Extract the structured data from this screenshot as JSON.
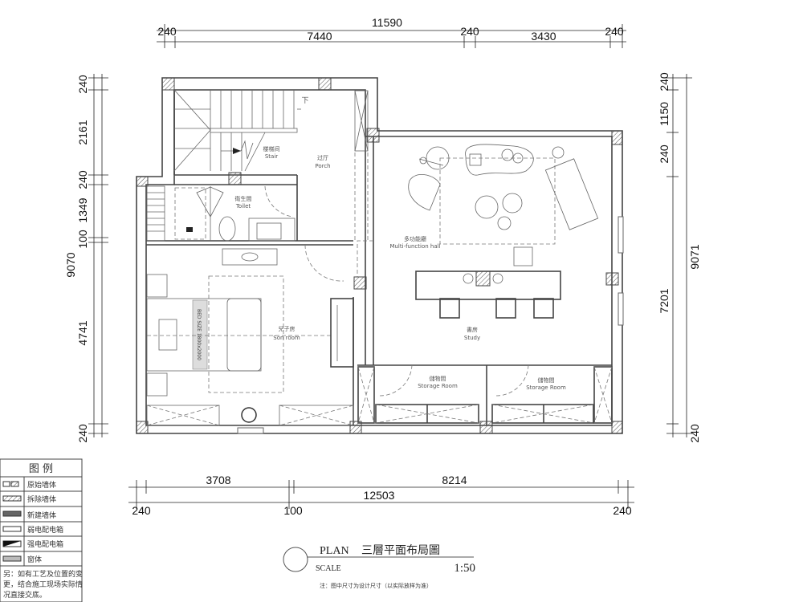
{
  "dimensions": {
    "top_total": "11590",
    "top": [
      "240",
      "7440",
      "240",
      "3430",
      "240"
    ],
    "left_total": "9070",
    "left": [
      "240",
      "2161",
      "240",
      "1349",
      "100",
      "4741",
      "240"
    ],
    "right_total": "9071",
    "right": [
      "240",
      "1150",
      "240",
      "7201",
      "240"
    ],
    "bottom_upper": [
      "3708",
      "8214"
    ],
    "bottom_total": "12503",
    "bottom_lower": [
      "240",
      "100",
      "240"
    ]
  },
  "rooms": {
    "stair_cn": "楼梯间",
    "stair_en": "Stair",
    "porch_cn": "过厅",
    "porch_en": "Porch",
    "toilet_cn": "衛生間",
    "toilet_en": "Toilet",
    "hall_cn": "多功能廳",
    "hall_en": "Multi-function hall",
    "son_cn": "兒子房",
    "son_en": "Son room",
    "study_cn": "書房",
    "study_en": "Study",
    "storage_cn": "儲物間",
    "storage_en": "Storage Room",
    "down_mark": "下",
    "bed_label": "BED SIZE 1800x2000"
  },
  "legend": {
    "title": "图  例",
    "items": [
      "原始墙体",
      "拆除墙体",
      "新建墙体",
      "弱电配电箱",
      "强电配电箱",
      "窗体"
    ],
    "note": [
      "另：如有工艺及位置的变",
      "更，结合施工现场实际情",
      "况直接交底。"
    ]
  },
  "title_block": {
    "plan": "PLAN",
    "name": "三層平面布局圖",
    "scale_label": "SCALE",
    "scale": "1:50",
    "note": "注：图中尺寸为设计尺寸（以实际放样为准）"
  }
}
